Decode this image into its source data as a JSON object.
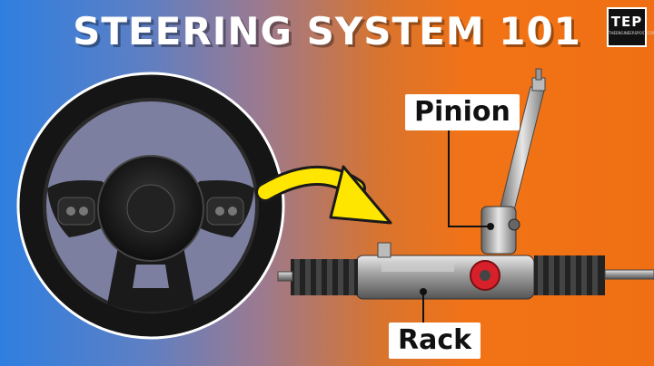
{
  "title": "STEERING SYSTEM 101",
  "logo": {
    "main": "TEP",
    "sub": "THEENGINEERSPOST.COM"
  },
  "labels": {
    "pinion": "Pinion",
    "rack": "Rack"
  },
  "colors": {
    "left_bg": "#2f7fe0",
    "right_bg": "#f27316",
    "arrow": "#ffe600",
    "pinion_gear": "#d8202a"
  },
  "icons": [
    "steering-wheel-icon",
    "curved-arrow-icon",
    "rack-and-pinion-icon"
  ]
}
